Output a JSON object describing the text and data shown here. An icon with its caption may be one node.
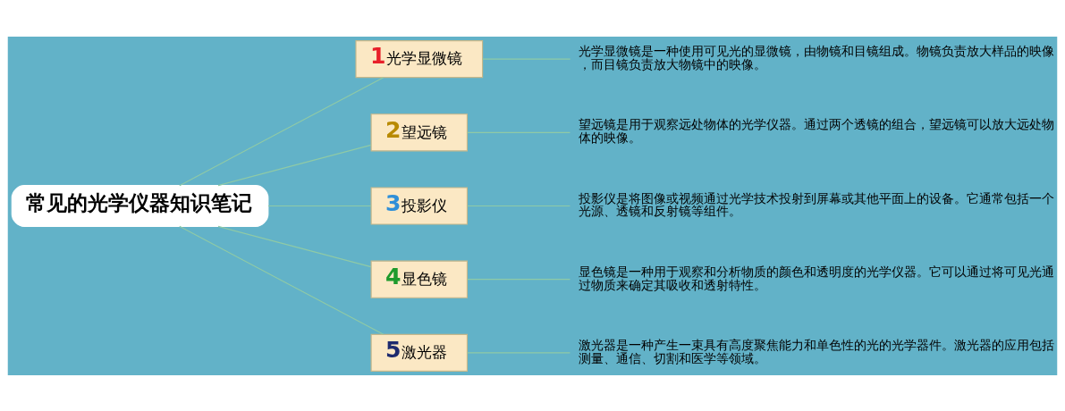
{
  "diagram": {
    "nodes": [
      {
        "text": [
          "常见的光学仪器知识笔记"
        ]
      },
      {
        "text": [
          "1",
          "光学显微镜"
        ]
      },
      {
        "text": [
          "2",
          "望远镜"
        ]
      },
      {
        "text": [
          "3",
          "投影仪"
        ]
      },
      {
        "text": [
          "4",
          "显色镜"
        ]
      },
      {
        "text": [
          "5",
          "激光器"
        ]
      },
      {
        "text": [
          "光学显微镜是一种使用可见光的显微镜，由物镜和目镜组成。物镜负责放大样品的映像，而目镜负责放大物镜中的映像。"
        ]
      },
      {
        "text": [
          "望远镜是用于观察远处物体的光学仪器。通过两个透镜的组合，望远镜可以放大远处物体的映像。"
        ]
      },
      {
        "text": [
          "投影仪是将图像或视频通过光学技术投射到屏幕或其他平面上的设备。它通常包括一个光源、透镜和反射镜等组件。"
        ]
      },
      {
        "text": [
          "显色镜是一种用于观察和分析物质的颜色和透明度的光学仪器。它可以通过将可见光通过物质来确定其吸收和透射特性。"
        ]
      },
      {
        "text": [
          "激光器是一种产生一束具有高度聚焦能力和单色性的光的光学器件。激光器的应用包括测量、通信、切割和医学等领域。"
        ]
      }
    ],
    "edges": [
      {
        "from": 0,
        "to": 1,
        "arrow": "none"
      },
      {
        "from": 0,
        "to": 2,
        "arrow": "none"
      },
      {
        "from": 0,
        "to": 3,
        "arrow": "none"
      },
      {
        "from": 0,
        "to": 4,
        "arrow": "none"
      },
      {
        "from": 0,
        "to": 5,
        "arrow": "none"
      },
      {
        "from": 1,
        "to": 6,
        "arrow": "none"
      },
      {
        "from": 2,
        "to": 7,
        "arrow": "none"
      },
      {
        "from": 3,
        "to": 8,
        "arrow": "none"
      },
      {
        "from": 4,
        "to": 9,
        "arrow": "none"
      },
      {
        "from": 5,
        "to": 10,
        "arrow": "none"
      }
    ]
  }
}
